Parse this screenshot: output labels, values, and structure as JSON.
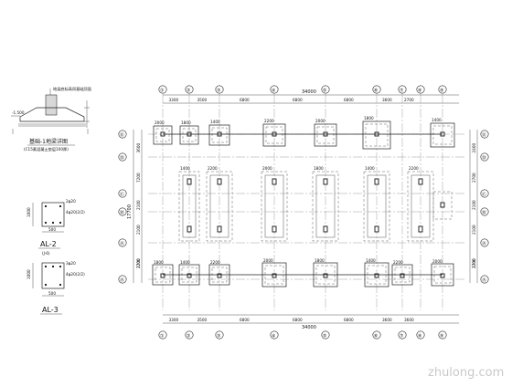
{
  "plan": {
    "overall_dimension": "34000",
    "top_spans": [
      "3300",
      "3500",
      "6800",
      "6800",
      "6800",
      "3600",
      "2700"
    ],
    "bottom_spans": [
      "3300",
      "3500",
      "6800",
      "6800",
      "6800",
      "3600",
      "3600"
    ],
    "left_spans": [
      "3600",
      "7200",
      "2100",
      "2100",
      "7200",
      "2700"
    ],
    "right_spans": [
      "2400",
      "2700",
      "2100",
      "2100",
      "7200",
      "2700"
    ],
    "total_height": "17700",
    "column_axes_top": [
      "①",
      "②",
      "③",
      "④",
      "⑤",
      "⑥",
      "⑦",
      "⑧",
      "⑨"
    ],
    "row_axes": [
      "Ⓔ",
      "Ⓓ",
      "Ⓒ",
      "Ⓑ",
      "Ⓐ",
      "Ⓐ"
    ],
    "footing_sizes": [
      "2000",
      "1800",
      "1400",
      "2200"
    ]
  },
  "detail_footing": {
    "title": "基础-1地梁详图",
    "note": "(C15素混凝土垫层100厚)",
    "top_note": "地梁底标高同基础顶面",
    "elev": "-1.500"
  },
  "beam_al2": {
    "title": "AL-2",
    "sub": "(J-6)",
    "top_bar": "2φ20",
    "bottom_bar": "4φ20(2/2)",
    "width": "500",
    "height": "1000"
  },
  "beam_al3": {
    "title": "AL-3",
    "top_bar": "3φ20",
    "bottom_bar": "4φ20(2/2)",
    "width": "500",
    "height": "1000"
  },
  "watermark": "zhulong.com"
}
